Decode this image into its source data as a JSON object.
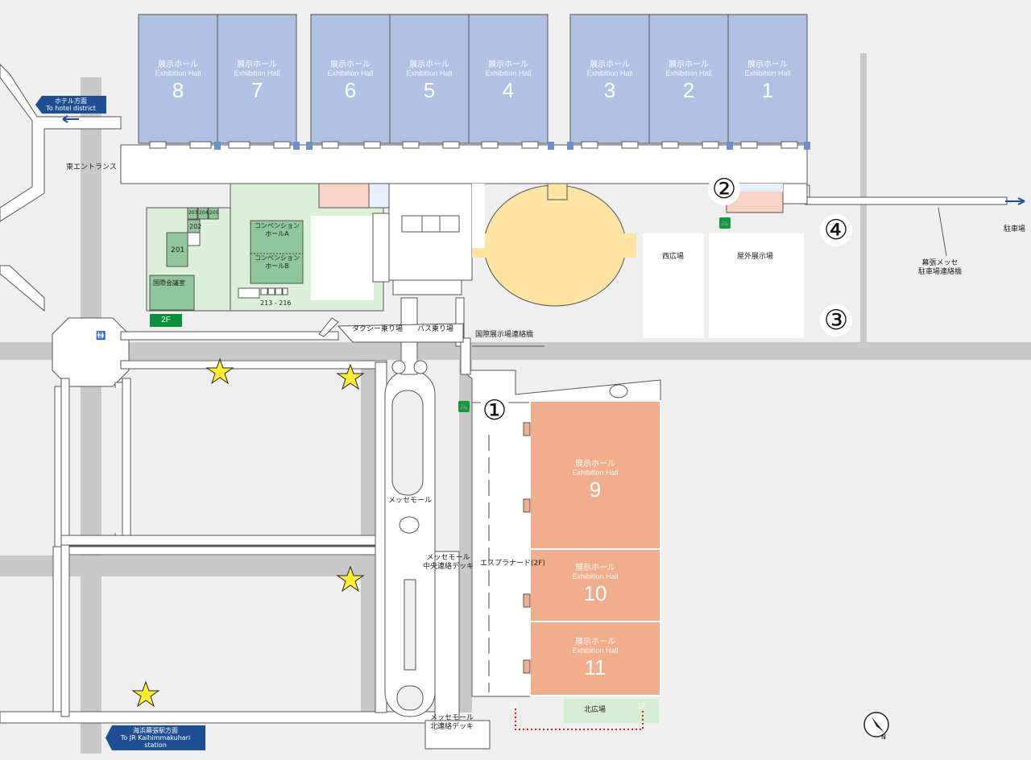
{
  "colors": {
    "background": "#efefef",
    "road": "#c8c8c8",
    "walkway": "#ffffff",
    "hall_blue": "#b0c1e3",
    "hall_orange": "#f2ad8c",
    "event_hall": "#fde4a3",
    "convention": "#dbefd9",
    "accent_green": "#0a8f3d",
    "sign_blue": "#1e4f94",
    "star": "#ffee33",
    "dotted_route": "#d62020"
  },
  "halls": [
    {
      "id": "8",
      "jp": "展示ホール",
      "en": "Exhibition Hall",
      "num": "8"
    },
    {
      "id": "7",
      "jp": "展示ホール",
      "en": "Exhibition Hall",
      "num": "7"
    },
    {
      "id": "6",
      "jp": "展示ホール",
      "en": "Exhibition Hall",
      "num": "6"
    },
    {
      "id": "5",
      "jp": "展示ホール",
      "en": "Exhibition Hall",
      "num": "5"
    },
    {
      "id": "4",
      "jp": "展示ホール",
      "en": "Exhibition Hall",
      "num": "4"
    },
    {
      "id": "3",
      "jp": "展示ホール",
      "en": "Exhibition Hall",
      "num": "3"
    },
    {
      "id": "2",
      "jp": "展示ホール",
      "en": "Exhibition Hall",
      "num": "2"
    },
    {
      "id": "1",
      "jp": "展示ホール",
      "en": "Exhibition Hall",
      "num": "1"
    },
    {
      "id": "9",
      "jp": "展示ホール",
      "en": "Exhibition Hall",
      "num": "9"
    },
    {
      "id": "10",
      "jp": "展示ホール",
      "en": "Exhibition Hall",
      "num": "10"
    },
    {
      "id": "11",
      "jp": "展示ホール",
      "en": "Exhibition Hall",
      "num": "11"
    }
  ],
  "rooms": {
    "r203": "203",
    "r204": "204",
    "r205": "205",
    "r202": "202",
    "r201": "201",
    "intl_conf": "国際会議室",
    "conv_a": "コンベンション\nホールA",
    "conv_b": "コンベンション\nホールB",
    "r213_216": "213 - 216",
    "floor_2f": "2F"
  },
  "labels": {
    "east_entrance": "東エントランス",
    "taxi": "タクシー乗り場",
    "bus": "バス乗り場",
    "intl_bridge": "国際展示場連絡橋",
    "west_plaza": "西広場",
    "outdoor_exhibit": "屋外展示場",
    "makuhari_parking_bridge": "幕張メッセ\n駐車場連絡橋",
    "parking": "駐車場",
    "messe_mall": "メッセモール",
    "messe_mall_central": "メッセモール\n中央連絡デッキ",
    "esplanade": "エスプラナード(2F)",
    "messe_mall_north": "メッセモール\n北連絡デッキ",
    "north_plaza": "北広場",
    "label_2f": "2F",
    "label_1f": "1F"
  },
  "signs": {
    "hotel_jp": "ホテル方面",
    "hotel_en": "To hotel district",
    "station_jp": "海浜幕張駅方面",
    "station_en": "To JR Kaihimmakuhari station"
  },
  "markers": {
    "m1": "①",
    "m2": "②",
    "m3": "③",
    "m4": "④"
  },
  "icons": [
    "star-icon",
    "bicycle-parking-icon",
    "restroom-icon",
    "compass-icon",
    "arrow-left-icon",
    "arrow-right-icon"
  ]
}
